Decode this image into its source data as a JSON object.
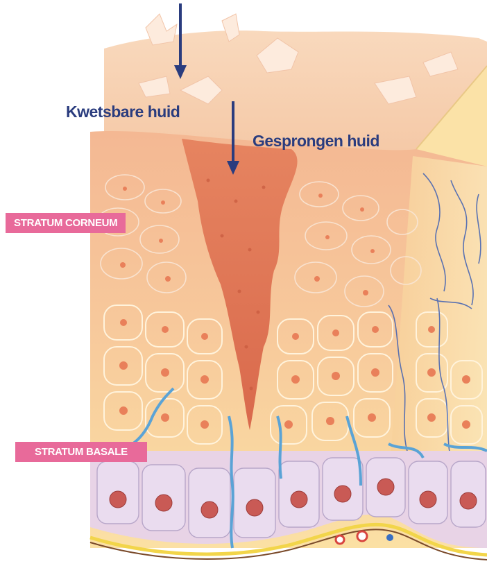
{
  "labels": {
    "vulnerable_skin": "Kwetsbare huid",
    "cracked_skin": "Gesprongen huid",
    "stratum_corneum": "STRATUM CORNEUM",
    "stratum_basale": "STRATUM BASALE"
  },
  "colors": {
    "arrow": "#2a3c7e",
    "label_text": "#2a3c7e",
    "tag_background": "#e86a9a",
    "tag_text": "#ffffff",
    "surface_skin": "#f6c9a5",
    "crack": "#e07a55",
    "cells_upper": "#f7c59c",
    "cells_lower": "#fbe3a6",
    "basal_cells": "#e8d3e6",
    "membrane": "#5aa3d6",
    "nerve_fibers": "#3e5fb3"
  }
}
